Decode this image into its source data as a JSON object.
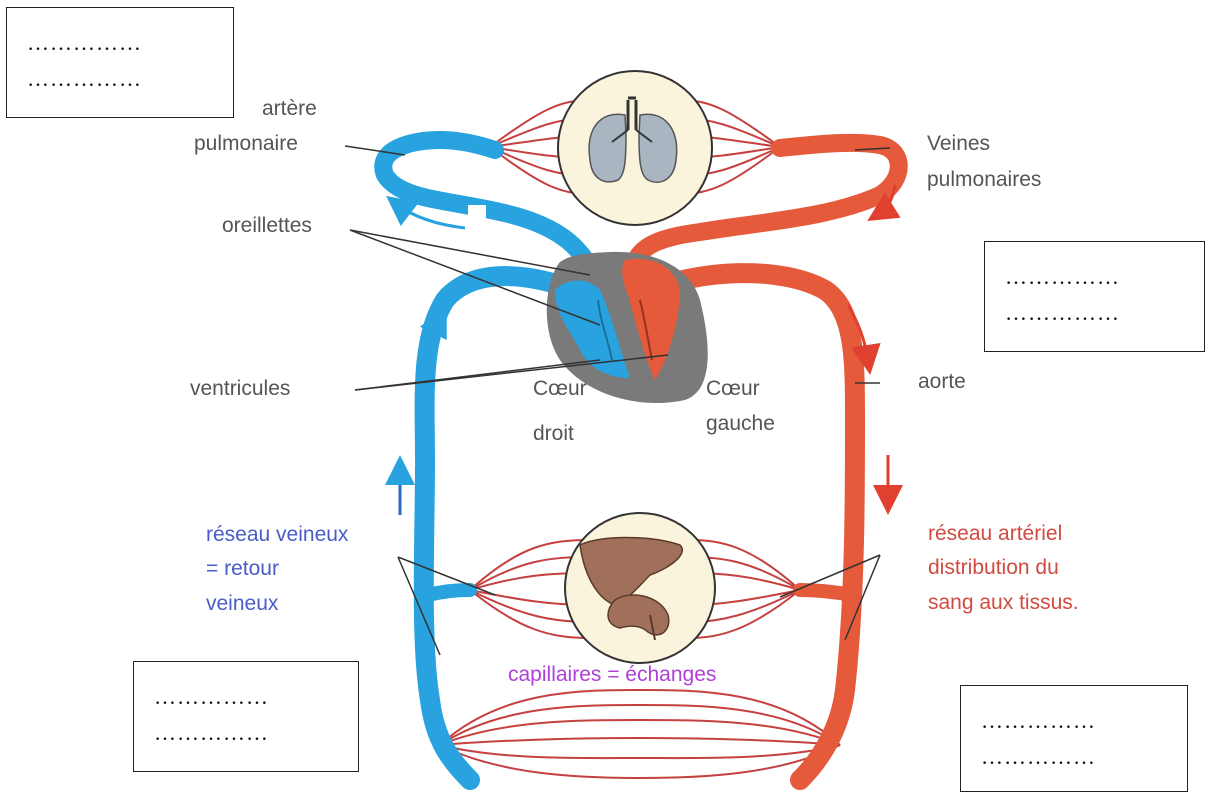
{
  "labels": {
    "artere_l1": "artère",
    "artere_l2": "pulmonaire",
    "veines_l1": "Veines",
    "veines_l2": "pulmonaires",
    "oreillettes": "oreillettes",
    "ventricules": "ventricules",
    "coeur_droit_l1": "Cœur",
    "coeur_droit_l2": "droit",
    "coeur_gauche_l1": "Cœur",
    "coeur_gauche_l2": "gauche",
    "aorte": "aorte",
    "reseau_veineux_l1": "réseau veineux",
    "reseau_veineux_l2": "= retour",
    "reseau_veineux_l3": "veineux",
    "reseau_arteriel_l1": "réseau artériel",
    "reseau_arteriel_l2": "distribution du",
    "reseau_arteriel_l3": "sang aux tissus.",
    "capillaires": "capillaires = échanges"
  },
  "answer_boxes": {
    "top_left": {
      "line1": "……………",
      "line2": "……………"
    },
    "mid_right": {
      "line1": "……………",
      "line2": "……………"
    },
    "bot_left": {
      "line1": "……………",
      "line2": "……………"
    },
    "bot_right": {
      "line1": "……………",
      "line2": "……………"
    }
  },
  "colors": {
    "deoxygenated_blood": "#29a3e0",
    "oxygenated_blood": "#e65a3c",
    "heart_outline": "#7a7a7a",
    "organ_circle": "#fbf4dc",
    "lung": "#a9b6c2",
    "digestive_organ": "#a0705a"
  },
  "icons": {
    "lungs": "lungs-icon",
    "organs": "liver-kidney-icon"
  }
}
